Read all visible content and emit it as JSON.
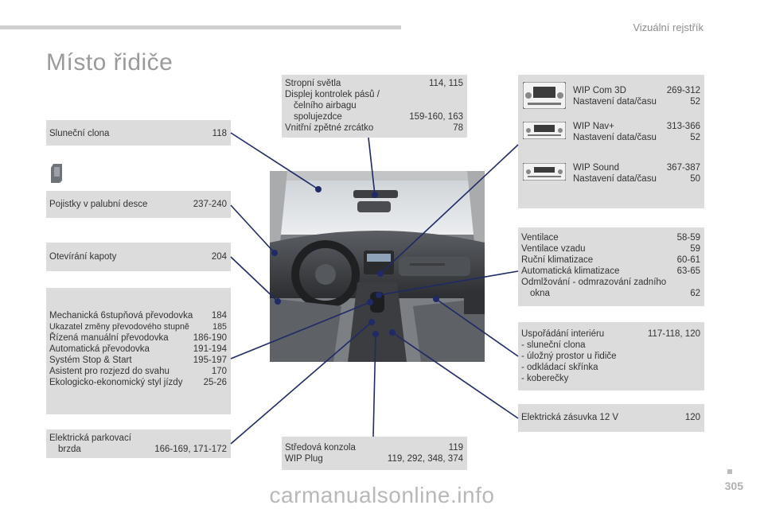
{
  "header": {
    "title": "Vizuální rejstřík"
  },
  "page_title": "Místo řidiče",
  "left": {
    "sun_visor": {
      "label": "Sluneční clona",
      "page": "118"
    },
    "fuses": {
      "label": "Pojistky v palubní desce",
      "page": "237-240"
    },
    "bonnet": {
      "label": "Otevírání kapoty",
      "page": "204"
    },
    "gearbox": [
      {
        "label": "Mechanická 6stupňová převodovka",
        "page": "184"
      },
      {
        "label": "Ukazatel změny převodového stupně",
        "page": "185"
      },
      {
        "label": "Řízená manuální převodovka",
        "page": "186-190"
      },
      {
        "label": "Automatická převodovka",
        "page": "191-194"
      },
      {
        "label": "Systém Stop & Start",
        "page": "195-197"
      },
      {
        "label": "Asistent pro rozjezd do svahu",
        "page": "170"
      },
      {
        "label": "Ekologicko-ekonomický styl jízdy",
        "page": "25-26"
      }
    ],
    "parking_brake": {
      "line1": "Elektrická parkovací",
      "line2": "brzda",
      "page": "166-169, 171-172"
    }
  },
  "center": {
    "top": {
      "r1": {
        "label": "Stropní světla",
        "page": "114, 115"
      },
      "r2a": "Displej kontrolek pásů /",
      "r2b": "čelního airbagu",
      "r2c": {
        "label": "spolujezdce",
        "page": "159-160, 163"
      },
      "r3": {
        "label": "Vnitřní zpětné zrcátko",
        "page": "78"
      }
    },
    "bottom": {
      "r1": {
        "label": "Středová konzola",
        "page": "119"
      },
      "r2": {
        "label": "WIP Plug",
        "page": "119, 292, 348, 374"
      }
    }
  },
  "right": {
    "audio": [
      {
        "name": {
          "label": "WIP Com 3D",
          "page": "269-312"
        },
        "clock": {
          "label": "Nastavení data/času",
          "page": "52"
        }
      },
      {
        "name": {
          "label": "WIP Nav+",
          "page": "313-366"
        },
        "clock": {
          "label": "Nastavení data/času",
          "page": "52"
        }
      },
      {
        "name": {
          "label": "WIP Sound",
          "page": "367-387"
        },
        "clock": {
          "label": "Nastavení data/času",
          "page": "50"
        }
      }
    ],
    "climate": {
      "r1": {
        "label": "Ventilace",
        "page": "58-59"
      },
      "r2": {
        "label": "Ventilace vzadu",
        "page": "59"
      },
      "r3": {
        "label": "Ruční klimatizace",
        "page": "60-61"
      },
      "r4": {
        "label": "Automatická klimatizace",
        "page": "63-65"
      },
      "r5a": "Odmlžování - odmrazování zadního",
      "r5b": {
        "label": "okna",
        "page": "62"
      }
    },
    "interior": {
      "r1": {
        "label": "Uspořádání interiéru",
        "page": "117-118, 120"
      },
      "items": [
        "- sluneční clona",
        "- úložný prostor u řidiče",
        "- odkládací skřínka",
        "- koberečky"
      ]
    },
    "socket": {
      "label": "Elektrická zásuvka 12 V",
      "page": "120"
    }
  },
  "watermark": "carmanualsonline.info",
  "page_number": "305"
}
